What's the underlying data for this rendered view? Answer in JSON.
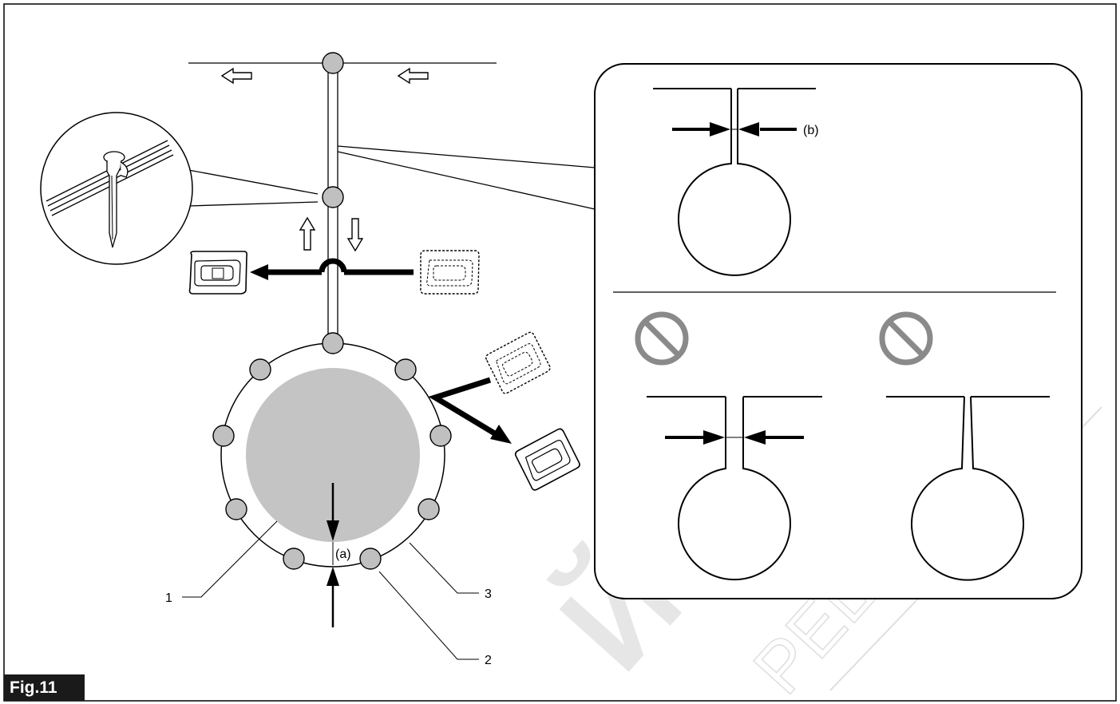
{
  "figure": {
    "label": "Fig.11"
  },
  "callouts": {
    "c1": "1",
    "c2": "2",
    "c3": "3",
    "a": "(a)",
    "b": "(b)"
  },
  "watermark": {
    "main": "ЙСТОРА",
    "sub": "РЕШЕНИЯ",
    "registered": "®"
  },
  "colors": {
    "line": "#000000",
    "peg_fill": "#c0c0c0",
    "island_fill": "#c4c4c4",
    "prohibited": "#8a8a8a",
    "watermark": "#e2e2e2"
  }
}
